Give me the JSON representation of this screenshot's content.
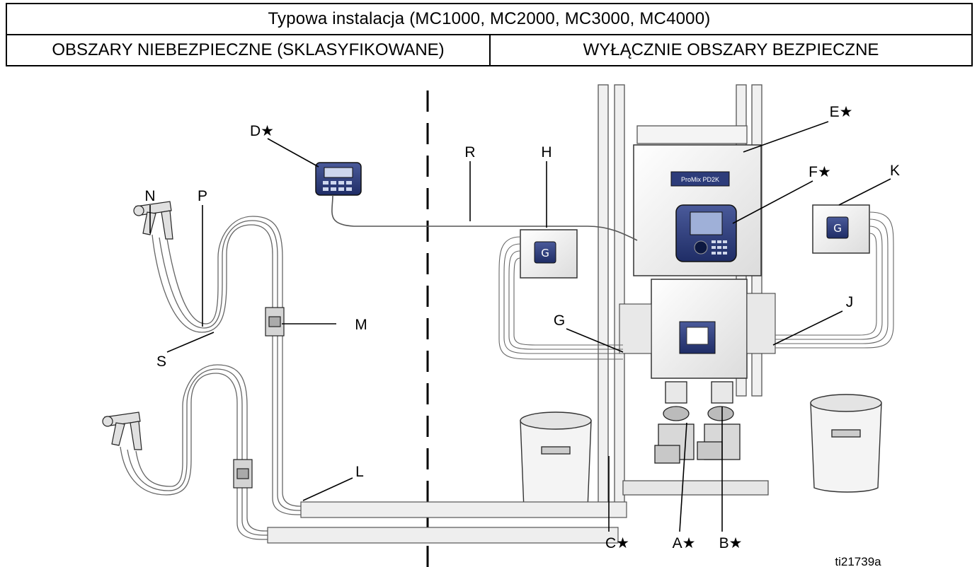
{
  "header": {
    "title": "Typowa instalacja (MC1000, MC2000, MC3000, MC4000)",
    "hazardous_area": "OBSZARY NIEBEZPIECZNE (SKLASYFIKOWANE)",
    "safe_area": "WYŁĄCZNIE OBSZARY BEZPIECZNE"
  },
  "callouts": {
    "A": "A★",
    "B": "B★",
    "C": "C★",
    "D": "D★",
    "E": "E★",
    "F": "F★",
    "G": "G",
    "H": "H",
    "J": "J",
    "K": "K",
    "L": "L",
    "M": "M",
    "N": "N",
    "P": "P",
    "R": "R",
    "S": "S"
  },
  "display_labels": {
    "brand_plate": "ProMix PD2K"
  },
  "figure_ref": "ti21739a"
}
